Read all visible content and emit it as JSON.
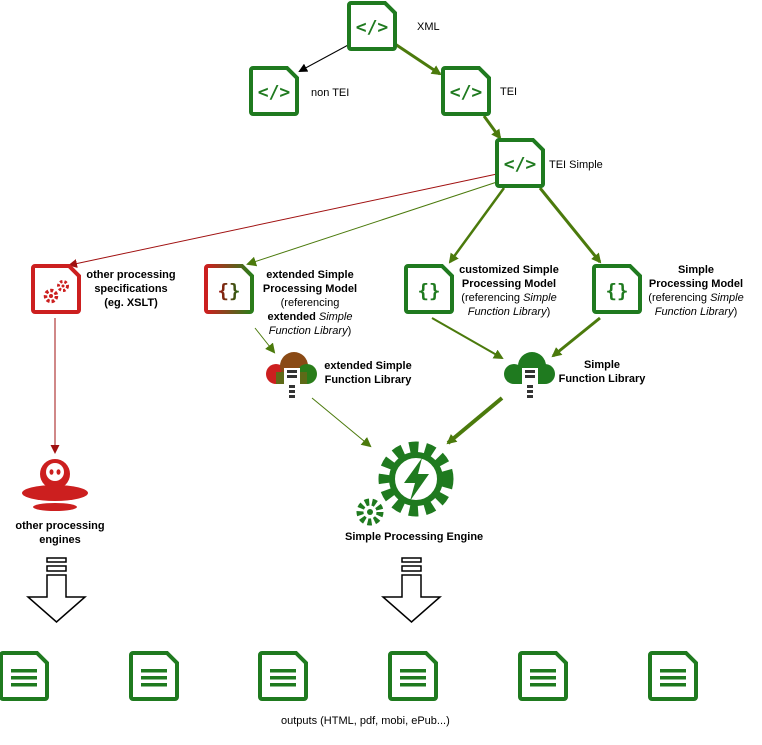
{
  "nodes": {
    "xml": "XML",
    "non_tei": "non TEI",
    "tei": "TEI",
    "tei_simple": "TEI Simple"
  },
  "other_spec": {
    "line1": "other processing",
    "line2": "specifications",
    "line3": "(eg. XSLT)"
  },
  "extended_model": {
    "line1": "extended Simple",
    "line2": "Processing Model",
    "line3": "(referencing",
    "line4_bold": "extended",
    "line4_italic": "Simple",
    "line5_italic": "Function Library",
    "line5_end": ")"
  },
  "customized_model": {
    "line1": "customized Simple",
    "line2": "Processing Model",
    "line3_start": "(referencing ",
    "line3_italic": "Simple",
    "line4_italic": "Function Library",
    "line4_end": ")"
  },
  "simple_model": {
    "line1": "Simple",
    "line2": "Processing Model",
    "line3_start": "(referencing ",
    "line3_italic": "Simple",
    "line4_italic": "Function Library",
    "line4_end": ")"
  },
  "extended_library": {
    "line1": "extended Simple",
    "line2": "Function Library"
  },
  "simple_library": {
    "line1": "Simple",
    "line2": "Function Library"
  },
  "other_engines": {
    "line1": "other processing",
    "line2": "engines"
  },
  "engine": "Simple Processing Engine",
  "outputs": "outputs (HTML, pdf, mobi, ePub...)",
  "colors": {
    "green": "#1f7a1f",
    "dark_green": "#4b7a0c",
    "red": "#cc1f1f",
    "dark_red": "#a01010",
    "black": "#000000"
  }
}
